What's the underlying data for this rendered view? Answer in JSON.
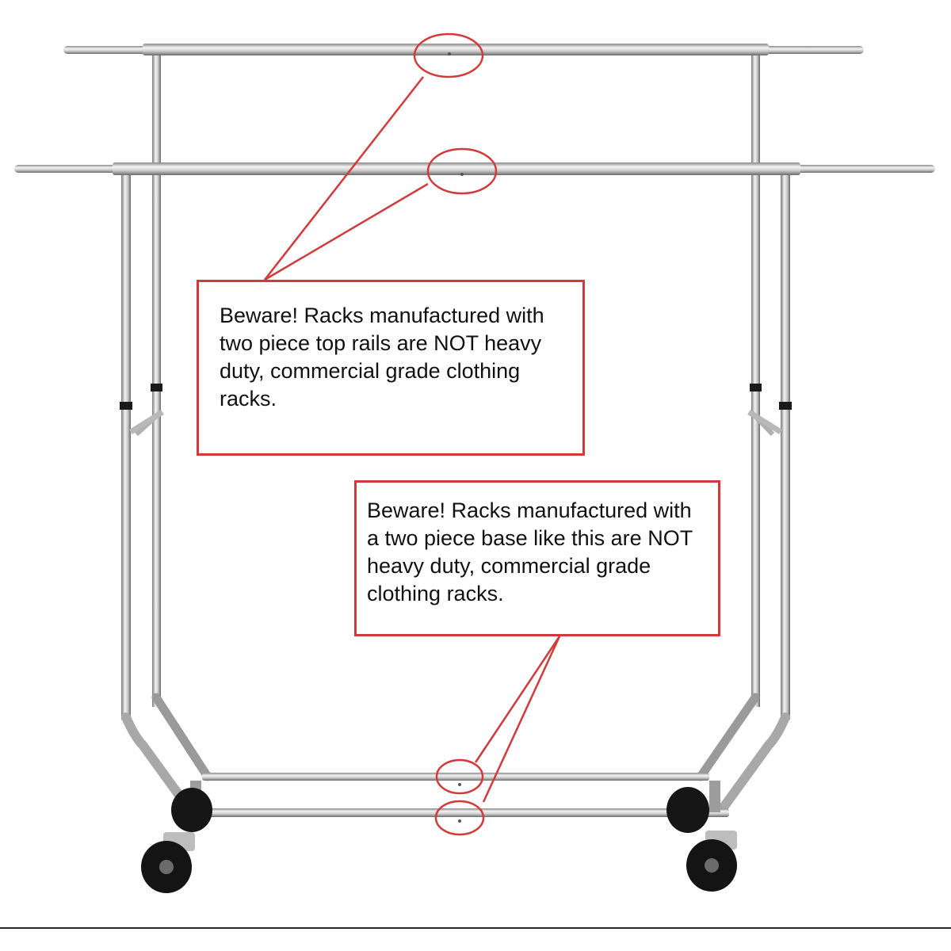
{
  "callouts": {
    "top_rails": "Beware! Racks manufactured with two piece top rails are NOT heavy duty, commercial grade clothing racks.",
    "base": "Beware! Racks manufactured with a two piece base like this are NOT heavy duty, commercial grade clothing racks."
  },
  "colors": {
    "annotation_red": "#d23a3a",
    "chrome_light": "#f2f2f2",
    "chrome_dark": "#6e6e6e",
    "wheel": "#141414"
  },
  "icons": [
    "clothing-rack-illustration",
    "caster-wheel-icon"
  ]
}
